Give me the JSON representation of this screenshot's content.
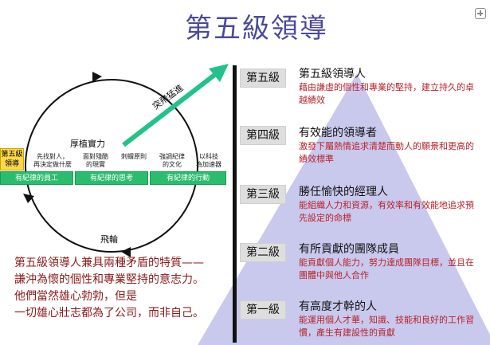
{
  "title": "第五級領導",
  "flywheel": {
    "top_label": "厚植實力",
    "bottom_label": "飛輪",
    "breakthrough_label": "突飛猛進"
  },
  "level5_box": "第五級領導",
  "stages": [
    {
      "label_line1": "先找對人，",
      "label_line2": "再決定做什麼"
    },
    {
      "label_line1": "面對殘酷",
      "label_line2": "的現實"
    },
    {
      "label_line1": "刺蝟原則",
      "label_line2": ""
    },
    {
      "label_line1": "強調紀律",
      "label_line2": "的文化"
    },
    {
      "label_line1": "以科技",
      "label_line2": "為加速器"
    }
  ],
  "discipline_boxes": [
    "有紀律的員工",
    "有紀律的思考",
    "有紀律的行動"
  ],
  "paradox_text": [
    "第五級領導人兼具兩種矛盾的特質——",
    "謙沖為懷的個性和專業堅持的意志力。",
    "他們當然雄心勃勃，但是",
    "一切雄心壯志都為了公司，而非自己。"
  ],
  "levels": [
    {
      "badge": "第五級",
      "title": "第五級領導人",
      "desc": "藉由謙虛的個性和專業的堅持，建立持久的卓越績效"
    },
    {
      "badge": "第四級",
      "title": "有效能的領導者",
      "desc": "激發下屬熱情追求清楚而動人的願景和更高的績效標準"
    },
    {
      "badge": "第三級",
      "title": "勝任愉快的經理人",
      "desc": "能組織人力和資源，有效率和有效能地追求預先設定的命標"
    },
    {
      "badge": "第二級",
      "title": "有所貢獻的團隊成員",
      "desc": "能貢獻個人能力，努力達成團隊目標，並且在團體中與他人合作"
    },
    {
      "badge": "第一級",
      "title": "有高度才幹的人",
      "desc": "能運用個人才華，知識、技能和良好的工作習慣，產生有建設性的貢獻"
    }
  ],
  "colors": {
    "title": "#4a4a9a",
    "pyramid": "#c9c9ee",
    "arrow": "#22c28a",
    "green_box": "#2bbd6e",
    "level5_box": "#ffd84a",
    "desc_text": "#b8222a",
    "paradox_text": "#8b1a1a"
  }
}
